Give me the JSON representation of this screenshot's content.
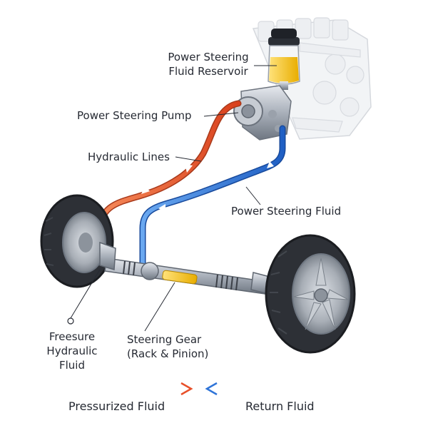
{
  "labels": {
    "reservoir_line1": "Power Steering",
    "reservoir_line2": "Fluid Reservoir",
    "pump": "Power Steering Pump",
    "hydraulic_lines": "Hydraulic Lines",
    "fluid": "Power Steering Fluid",
    "pressure_line1": "Freesure",
    "pressure_line2": "Hydraulic",
    "pressure_line3": "Fluid",
    "gear_line1": "Steering Gear",
    "gear_line2": "(Rack & Pinion)"
  },
  "legend": {
    "pressurized": "Pressurized Fluid",
    "return": "Return Fluid"
  },
  "colors": {
    "pressure": "#e8502a",
    "return": "#2f74d8",
    "reservoir_fluid": "#f2c21b",
    "metal": "#a9b0ba",
    "tire": "#2d3036"
  }
}
